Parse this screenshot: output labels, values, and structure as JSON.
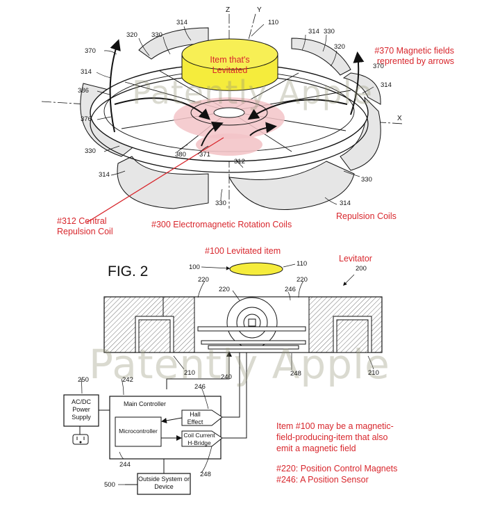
{
  "annotations": {
    "item_levitated": "Item that's Levitated",
    "magnetic_fields": "#370 Magnetic fields reprented by arrows",
    "central_coil": "#312 Central Repulsion Coil",
    "rotation_coils": "#300 Electromagnetic Rotation Coils",
    "repulsion_coils": "Repulsion Coils",
    "levitated_item_100": "#100 Levitated item",
    "levitator": "Levitator",
    "note_line1": "Item #100 may be a magnetic-",
    "note_line2": "field-producing-item that also",
    "note_line3": "emit a magnetic field",
    "position_magnets": "#220: Position Control Magnets",
    "position_sensor": "#246: A Position Sensor"
  },
  "figure_label": "FIG. 2",
  "watermark": "Patently Apple",
  "axes": {
    "z": "Z",
    "y": "Y",
    "x": "X"
  },
  "ref_numbers_top": {
    "n314a": "314",
    "n110": "110",
    "n320a": "320",
    "n330a": "330",
    "n314b": "314",
    "n330b": "330",
    "n320b": "320",
    "n370a": "370",
    "n370b": "370",
    "n314c": "314",
    "n386": "386",
    "n314d": "314",
    "n376": "376",
    "n330c": "330",
    "n380": "380",
    "n371": "371",
    "n312": "312",
    "n314e": "314",
    "n330d": "330",
    "n330e": "330",
    "n314f": "314"
  },
  "ref_numbers_bottom": {
    "n100": "100",
    "n110": "110",
    "n200": "200",
    "n220a": "220",
    "n220b": "220",
    "n220c": "220",
    "n246a": "246",
    "n210a": "210",
    "n210b": "210",
    "n248a": "248",
    "n240": "240",
    "n250": "250",
    "n242": "242",
    "n246b": "246",
    "n244": "244",
    "n248b": "248",
    "n500": "500"
  },
  "blocks": {
    "power_supply": "AC/DC Power Supply",
    "main_controller": "Main Controller",
    "microcontroller": "Microcontroller",
    "hall_effect": "Hall Effect",
    "coil_current": "Coil Current H-Bridge",
    "outside_system": "Outside System or Device"
  },
  "colors": {
    "annotation_red": "#d8262c",
    "item_yellow": "#f5ec3c",
    "coil_pink": "#f3c4c8",
    "coil_grey": "#e6e6e6",
    "line_dark": "#111111"
  }
}
